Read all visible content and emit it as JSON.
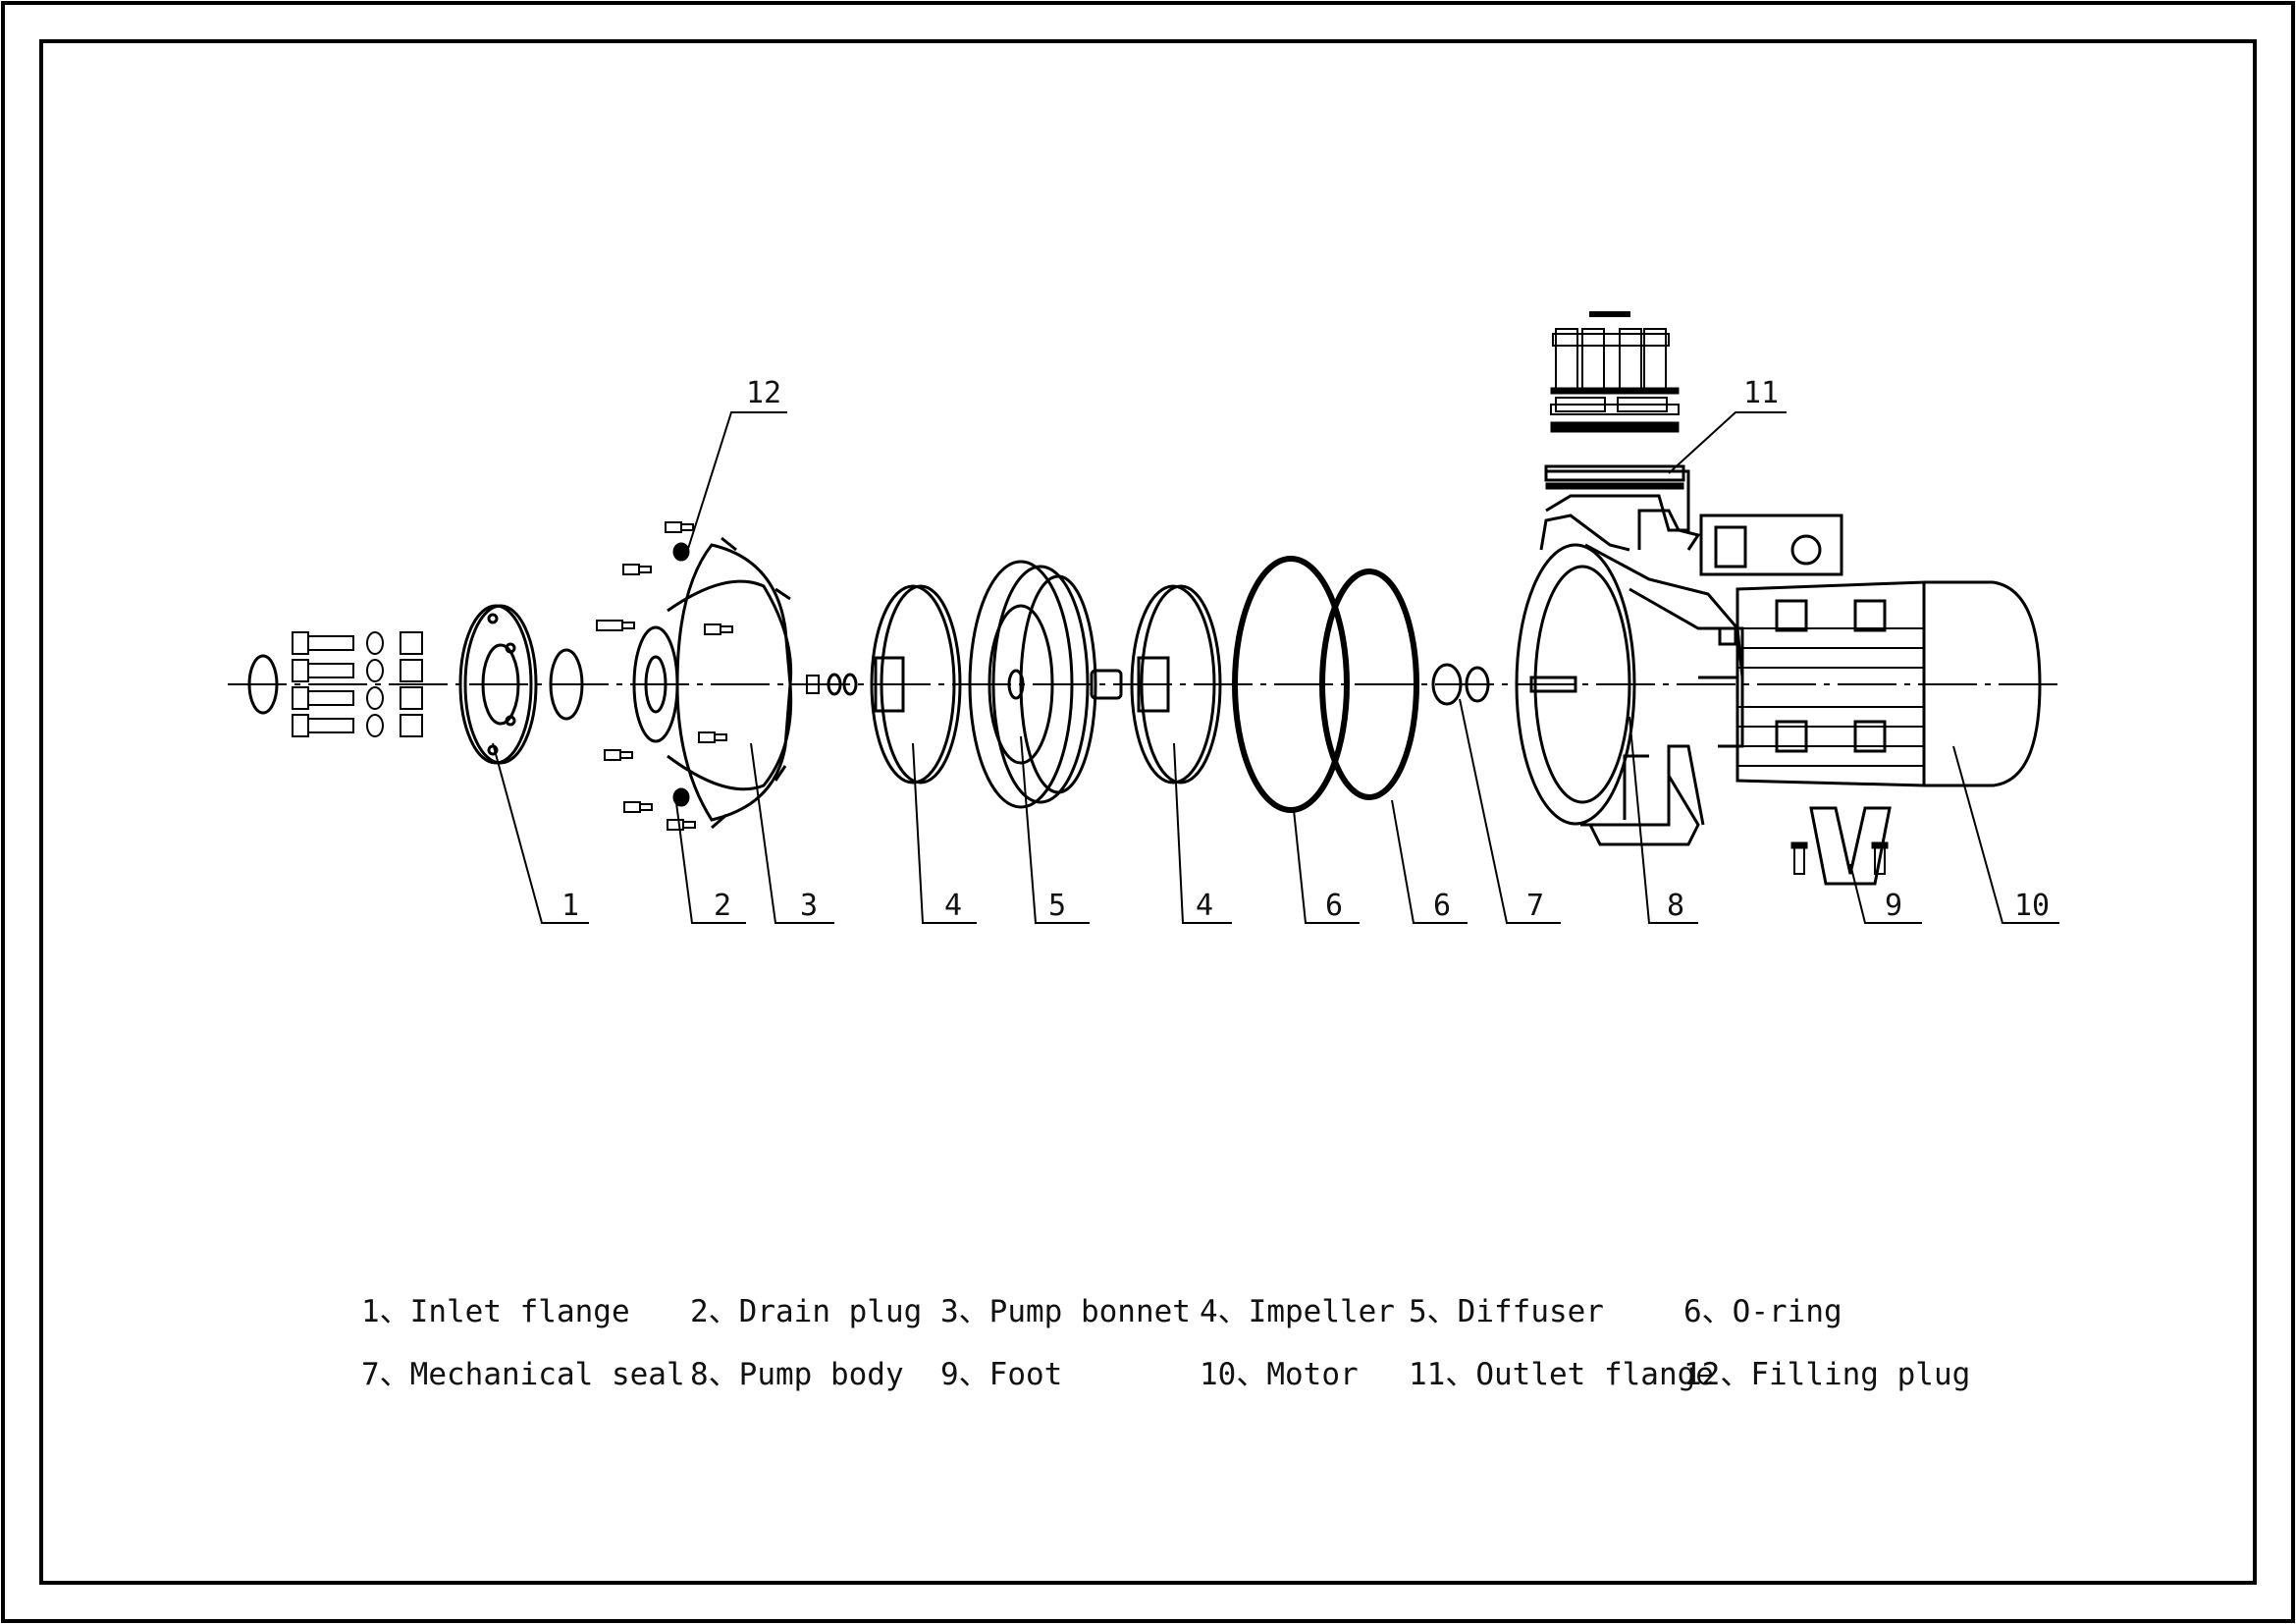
{
  "diagram": {
    "callouts": [
      {
        "id": "1"
      },
      {
        "id": "2"
      },
      {
        "id": "3"
      },
      {
        "id": "4a",
        "label": "4"
      },
      {
        "id": "5"
      },
      {
        "id": "4b",
        "label": "4"
      },
      {
        "id": "6a",
        "label": "6"
      },
      {
        "id": "6b",
        "label": "6"
      },
      {
        "id": "7"
      },
      {
        "id": "8"
      },
      {
        "id": "9"
      },
      {
        "id": "10"
      },
      {
        "id": "11"
      },
      {
        "id": "12"
      }
    ]
  },
  "legend": [
    {
      "text": "1、Inlet flange"
    },
    {
      "text": "2、Drain plug"
    },
    {
      "text": "3、Pump bonnet"
    },
    {
      "text": "4、Impeller"
    },
    {
      "text": "5、Diffuser"
    },
    {
      "text": "6、O-ring"
    },
    {
      "text": "7、Mechanical seal"
    },
    {
      "text": "8、Pump body"
    },
    {
      "text": "9、Foot"
    },
    {
      "text": "10、Motor"
    },
    {
      "text": "11、Outlet flange"
    },
    {
      "text": "12、Filling plug"
    }
  ]
}
